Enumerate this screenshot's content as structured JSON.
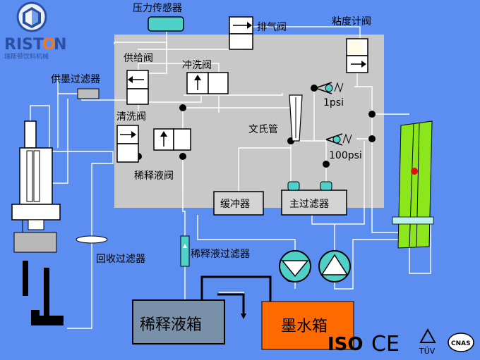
{
  "logo": {
    "brand": "RIST",
    "brand_o": "O",
    "brand_n": "N",
    "tagline": "瑞斯顿饮料机械"
  },
  "labels": {
    "pressure_sensor": "压力传感器",
    "exhaust_valve": "排气阀",
    "viscosity_valve": "粘度计阀",
    "supply_valve": "供给阀",
    "flush_valve": "冲洗阀",
    "ink_supply_filter": "供墨过滤器",
    "clean_valve": "清洗阀",
    "venturi": "文氏管",
    "psi1": "1psi",
    "psi100": "100psi",
    "diluent_valve": "稀释液阀",
    "buffer": "缓冲器",
    "main_filter": "主过滤器",
    "recovery_filter": "回收过滤器",
    "diluent_filter": "稀释液过滤器",
    "diluent_tank": "稀释液箱",
    "ink_tank": "墨水箱"
  },
  "certs": {
    "iso": "ISO",
    "ce": "CE",
    "tuv": "TÜV",
    "cnas": "CNAS"
  },
  "colors": {
    "background": "#5b8ef0",
    "panel": "#c8c8c8",
    "sensor": "#4fd0c8",
    "ink_tank": "#ff6a00",
    "diluent_tank": "#7890a8",
    "viscometer": "#8ce61c",
    "dot": "#e01010",
    "logo_blue": "#2a4fa0",
    "logo_orange": "#f07820"
  }
}
